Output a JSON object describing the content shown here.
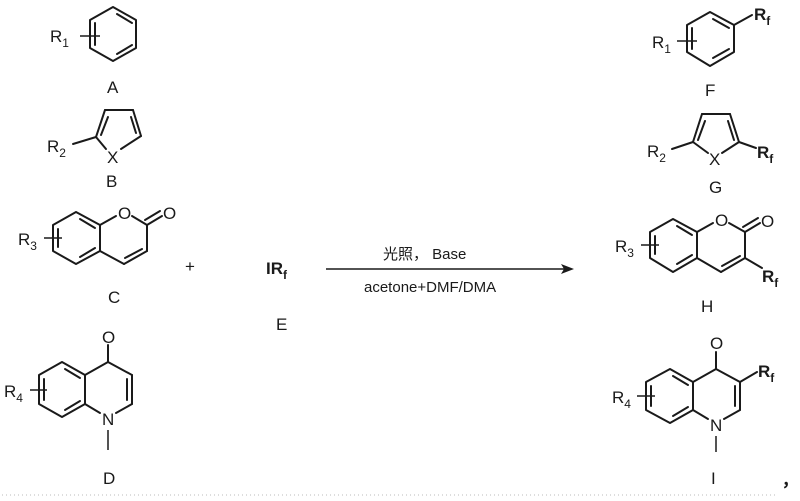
{
  "scheme": {
    "reactants": {
      "A": {
        "label": "A",
        "substituent": "R",
        "substituent_index": "1",
        "ring": "benzene"
      },
      "B": {
        "label": "B",
        "substituent": "R",
        "substituent_index": "2",
        "heteroatom": "X",
        "ring": "five-membered heteroarene"
      },
      "C": {
        "label": "C",
        "substituent": "R",
        "substituent_index": "3",
        "ring_atom": "O",
        "carbonyl": "O",
        "ring": "coumarin"
      },
      "D": {
        "label": "D",
        "substituent": "R",
        "substituent_index": "4",
        "ring_atom": "N",
        "carbonyl": "O",
        "ring": "N-methyl-4-quinolone"
      }
    },
    "plus": "+",
    "reagent": {
      "label": "E",
      "formula_main": "IR",
      "formula_sub": "f"
    },
    "conditions": {
      "above_arrow": "光照，  Base",
      "below_arrow": "acetone+DMF/DMA"
    },
    "products": {
      "F": {
        "label": "F",
        "substituent": "R",
        "substituent_index": "1",
        "rf_main": "R",
        "rf_sub": "f"
      },
      "G": {
        "label": "G",
        "substituent": "R",
        "substituent_index": "2",
        "heteroatom": "X",
        "rf_main": "R",
        "rf_sub": "f"
      },
      "H": {
        "label": "H",
        "substituent": "R",
        "substituent_index": "3",
        "ring_atom": "O",
        "carbonyl": "O",
        "rf_main": "R",
        "rf_sub": "f"
      },
      "I": {
        "label": "I",
        "substituent": "R",
        "substituent_index": "4",
        "ring_atom": "N",
        "carbonyl": "O",
        "rf_main": "R",
        "rf_sub": "f"
      }
    },
    "trailing_punct": "，"
  }
}
